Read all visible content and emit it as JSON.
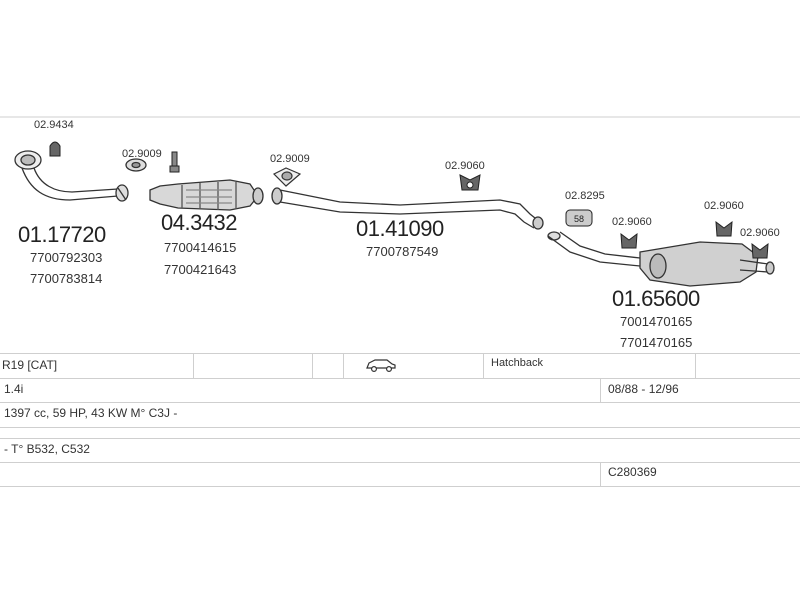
{
  "parts": {
    "p1": {
      "ref": "02.9434"
    },
    "p2": {
      "ref": "02.9009"
    },
    "p3": {
      "ref": "02.9009"
    },
    "p4": {
      "ref": "02.9060"
    },
    "p5": {
      "ref": "02.8295"
    },
    "p6": {
      "ref": "02.9060"
    },
    "p7": {
      "ref": "02.9060"
    },
    "p8": {
      "ref": "02.9060"
    },
    "p9": {
      "badge": "58"
    }
  },
  "sections": {
    "front_pipe": {
      "code": "01.17720",
      "oem1": "7700792303",
      "oem2": "7700783814"
    },
    "catalyst": {
      "code": "04.3432",
      "oem1": "7700414615",
      "oem2": "7700421643"
    },
    "middle_pipe": {
      "code": "01.41090",
      "oem1": "7700787549"
    },
    "rear_silencer": {
      "code": "01.65600",
      "oem1": "7001470165",
      "oem2": "7701470165"
    }
  },
  "vehicle": {
    "model": "R19  [CAT]",
    "body_type": "Hatchback",
    "engine": "1.4i",
    "years": "08/88 - 12/96",
    "spec": "1397 cc, 59 HP, 43 KW M° C3J -",
    "types": "- T° B532, C532",
    "catalog_no": "C280369",
    "car_icon": "car-icon"
  }
}
